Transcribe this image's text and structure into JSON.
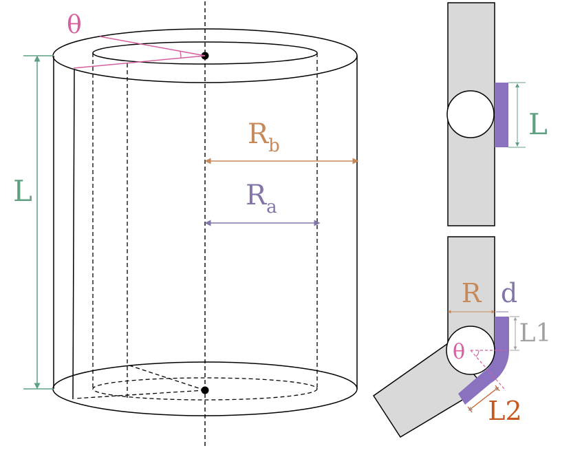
{
  "labels": {
    "theta_top": "θ",
    "L_left": "L",
    "Rb_main": "R",
    "Rb_sub": "b",
    "Ra_main": "R",
    "Ra_sub": "a",
    "L_right": "L",
    "R_bend": "R",
    "d": "d",
    "L1": "L1",
    "theta_bend": "θ",
    "L2": "L2"
  },
  "colors": {
    "theta": "#d65f9e",
    "L": "#5fa082",
    "Rb": "#c8895a",
    "Ra": "#8375a8",
    "purple_strip": "#8a72c0",
    "gray_fill": "#d9d9d9",
    "L1_gray": "#a0a0a0",
    "L2_orange": "#c8571e"
  }
}
